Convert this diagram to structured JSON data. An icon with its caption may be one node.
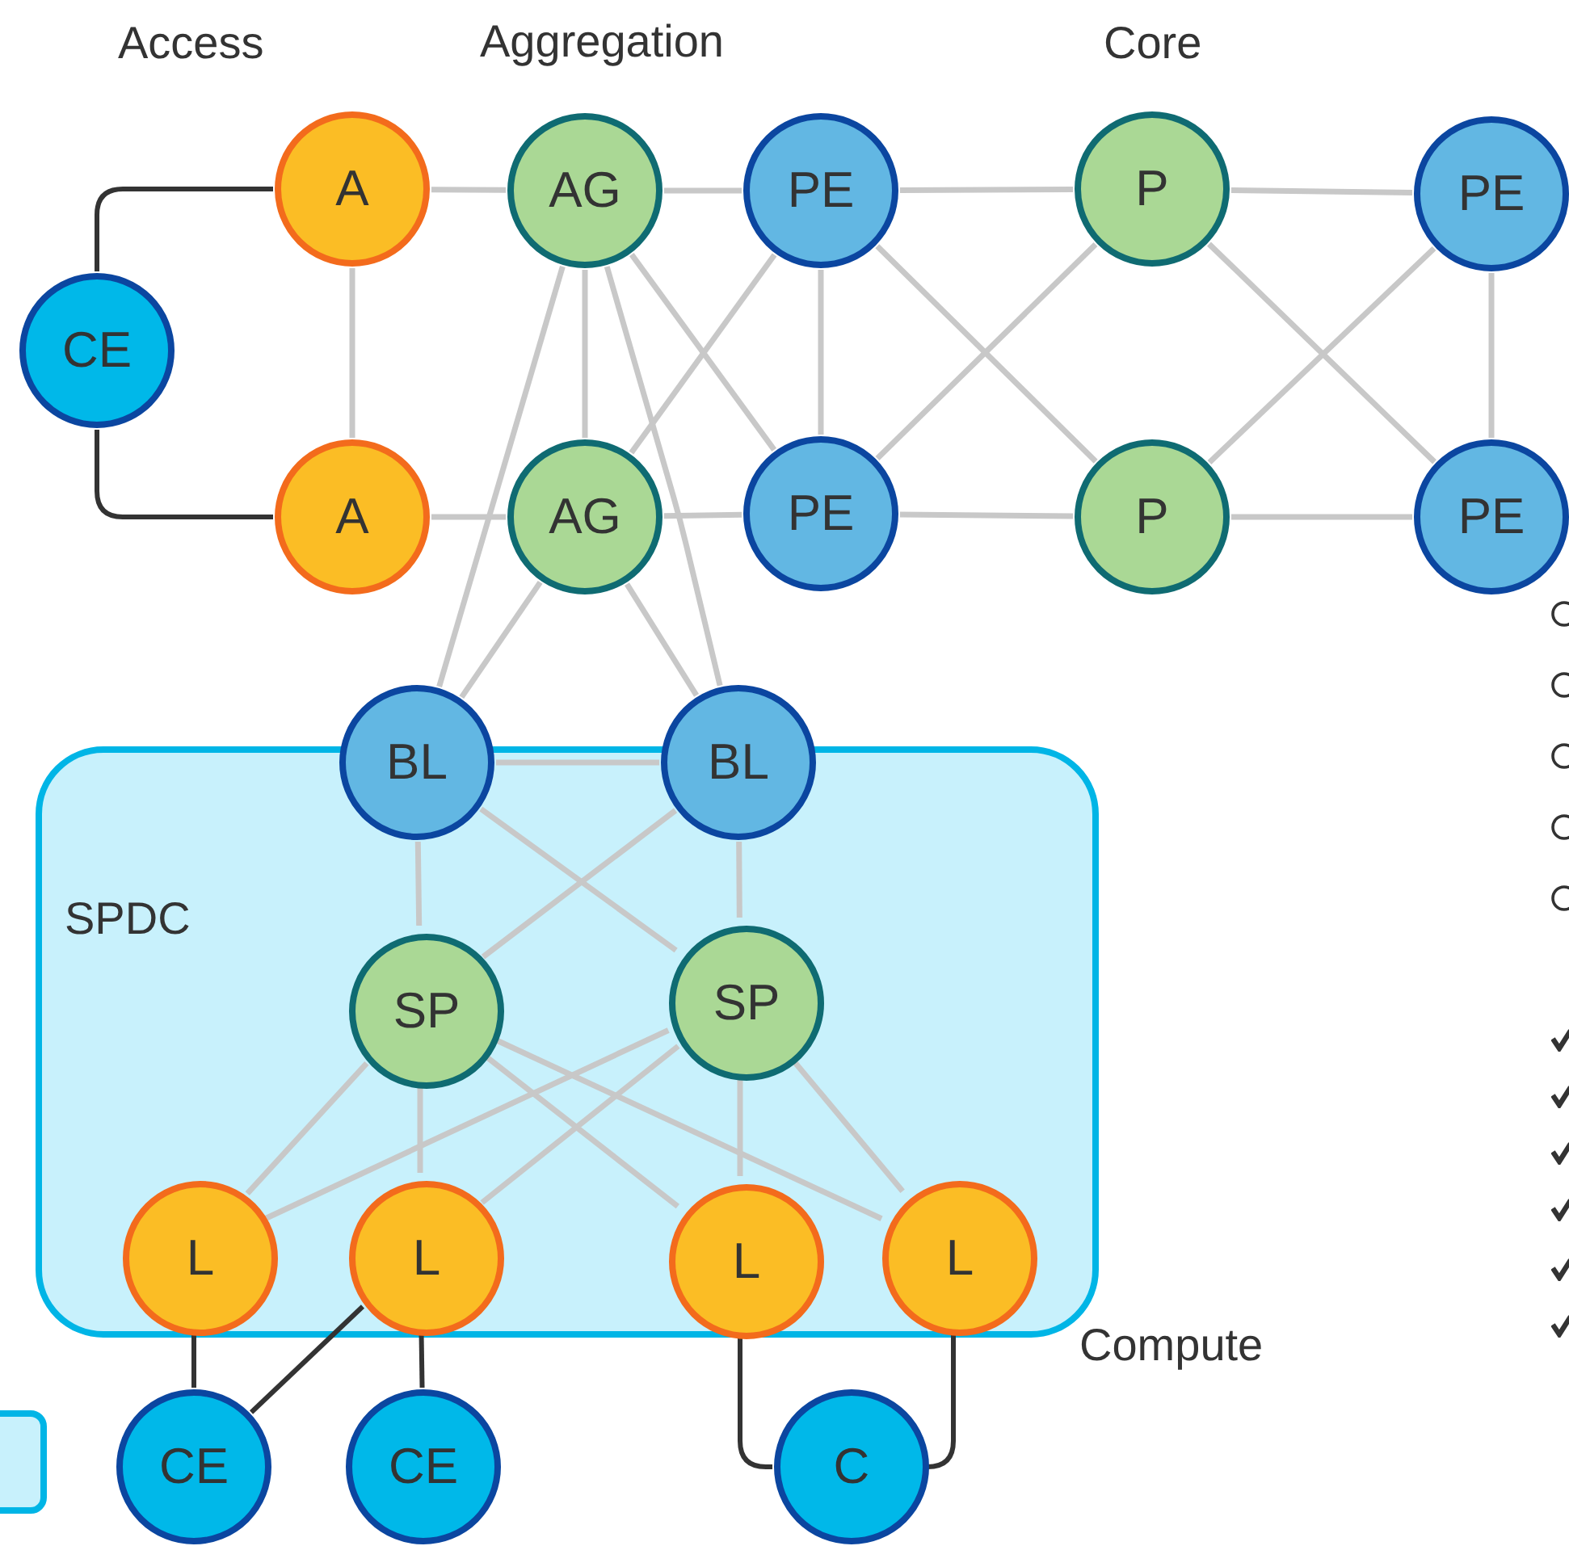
{
  "diagram": {
    "nodes": [
      {
        "text": [
          "CE"
        ]
      },
      {
        "text": [
          "A"
        ]
      },
      {
        "text": [
          "A"
        ]
      },
      {
        "text": [
          "AG"
        ]
      },
      {
        "text": [
          "AG"
        ]
      },
      {
        "text": [
          "PE"
        ]
      },
      {
        "text": [
          "PE"
        ]
      },
      {
        "text": [
          "P"
        ]
      },
      {
        "text": [
          "P"
        ]
      },
      {
        "text": [
          "PE"
        ]
      },
      {
        "text": [
          "PE"
        ]
      },
      {
        "text": [
          "SPDC"
        ]
      },
      {
        "text": [
          "BL"
        ]
      },
      {
        "text": [
          "BL"
        ]
      },
      {
        "text": [
          "SP"
        ],
        "in": 11
      },
      {
        "text": [
          "SP"
        ],
        "in": 11
      },
      {
        "text": [
          "L"
        ],
        "in": 11
      },
      {
        "text": [
          "L"
        ],
        "in": 11
      },
      {
        "text": [
          "L"
        ],
        "in": 11
      },
      {
        "text": [
          "L"
        ],
        "in": 11
      },
      {
        "text": [
          "CE"
        ]
      },
      {
        "text": [
          "CE"
        ]
      },
      {
        "text": [
          "C"
        ]
      },
      {
        "text": [],
        "shape": "box"
      }
    ],
    "edges": [
      {
        "from": 0,
        "to": 1,
        "arrow": "none",
        "color": "#333333"
      },
      {
        "from": 0,
        "to": 2,
        "arrow": "none",
        "color": "#333333"
      },
      {
        "from": 1,
        "to": 2,
        "arrow": "none"
      },
      {
        "from": 1,
        "to": 3,
        "arrow": "none"
      },
      {
        "from": 2,
        "to": 4,
        "arrow": "none"
      },
      {
        "from": 3,
        "to": 5,
        "arrow": "none"
      },
      {
        "from": 3,
        "to": 4,
        "arrow": "none"
      },
      {
        "from": 4,
        "to": 6,
        "arrow": "none"
      },
      {
        "from": 5,
        "to": 6,
        "arrow": "none"
      },
      {
        "from": 5,
        "to": 7,
        "arrow": "none"
      },
      {
        "from": 7,
        "to": 9,
        "arrow": "none"
      },
      {
        "from": 9,
        "to": 10,
        "arrow": "none"
      },
      {
        "from": 6,
        "to": 8,
        "arrow": "none"
      },
      {
        "from": 8,
        "to": 10,
        "arrow": "none"
      },
      {
        "from": 3,
        "to": 6,
        "arrow": "none"
      },
      {
        "from": 4,
        "to": 5,
        "arrow": "none"
      },
      {
        "from": 5,
        "to": 8,
        "arrow": "none"
      },
      {
        "from": 6,
        "to": 7,
        "arrow": "none"
      },
      {
        "from": 7,
        "to": 10,
        "arrow": "none"
      },
      {
        "from": 8,
        "to": 9,
        "arrow": "none"
      },
      {
        "from": 3,
        "to": 12,
        "arrow": "none"
      },
      {
        "from": 3,
        "to": 13,
        "arrow": "none"
      },
      {
        "from": 4,
        "to": 12,
        "arrow": "none"
      },
      {
        "from": 4,
        "to": 13,
        "arrow": "none"
      },
      {
        "from": 12,
        "to": 13,
        "arrow": "none"
      },
      {
        "from": 12,
        "to": 14,
        "arrow": "none"
      },
      {
        "from": 12,
        "to": 15,
        "arrow": "none"
      },
      {
        "from": 13,
        "to": 14,
        "arrow": "none"
      },
      {
        "from": 13,
        "to": 15,
        "arrow": "none"
      },
      {
        "from": 14,
        "to": 16,
        "arrow": "none"
      },
      {
        "from": 14,
        "to": 17,
        "arrow": "none"
      },
      {
        "from": 14,
        "to": 18,
        "arrow": "none"
      },
      {
        "from": 14,
        "to": 19,
        "arrow": "none"
      },
      {
        "from": 15,
        "to": 16,
        "arrow": "none"
      },
      {
        "from": 15,
        "to": 17,
        "arrow": "none"
      },
      {
        "from": 15,
        "to": 18,
        "arrow": "none"
      },
      {
        "from": 15,
        "to": 19,
        "arrow": "none"
      },
      {
        "from": 16,
        "to": 20,
        "arrow": "none",
        "color": "#333333"
      },
      {
        "from": 17,
        "to": 20,
        "arrow": "none",
        "color": "#333333"
      },
      {
        "from": 17,
        "to": 21,
        "arrow": "none",
        "color": "#333333"
      },
      {
        "from": 18,
        "to": 22,
        "arrow": "none",
        "color": "#333333"
      },
      {
        "from": 19,
        "to": 22,
        "arrow": "none",
        "color": "#333333"
      }
    ],
    "labels": [
      "Access",
      "Aggregation",
      "Core",
      "Compute"
    ]
  }
}
